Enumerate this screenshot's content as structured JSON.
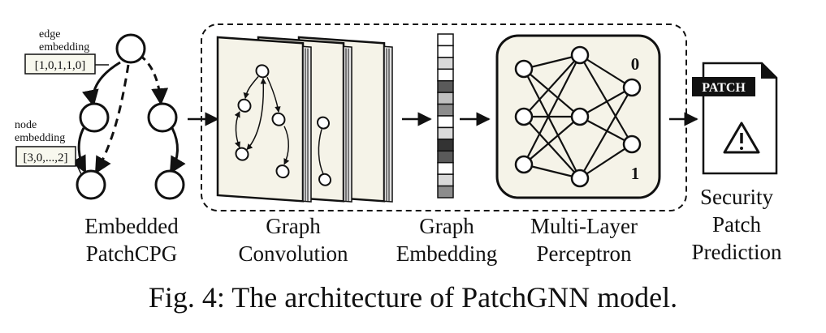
{
  "annotations": {
    "edge_embedding_label": "edge\nembedding",
    "edge_embedding_value": "[1,0,1,1,0]",
    "node_embedding_label": "node\nembedding",
    "node_embedding_value": "[3,0,...,2]"
  },
  "mlp_outputs": {
    "top": "0",
    "bottom": "1"
  },
  "patch_badge": "PATCH",
  "stages": [
    {
      "line1": "Embedded",
      "line2": "PatchCPG"
    },
    {
      "line1": "Graph",
      "line2": "Convolution"
    },
    {
      "line1": "Graph",
      "line2": "Embedding"
    },
    {
      "line1": "Multi-Layer",
      "line2": "Perceptron"
    },
    {
      "line1": "Security",
      "line2": "Patch",
      "line3": "Prediction"
    }
  ],
  "embedding_vector_shades": [
    "#ffffff",
    "#ffffff",
    "#d9d9d9",
    "#ffffff",
    "#5a5a5a",
    "#bfbfbf",
    "#8c8c8c",
    "#ffffff",
    "#d9d9d9",
    "#333333",
    "#5a5a5a",
    "#ffffff",
    "#d9d9d9",
    "#8c8c8c"
  ],
  "caption": "Fig. 4: The architecture of PatchGNN model."
}
